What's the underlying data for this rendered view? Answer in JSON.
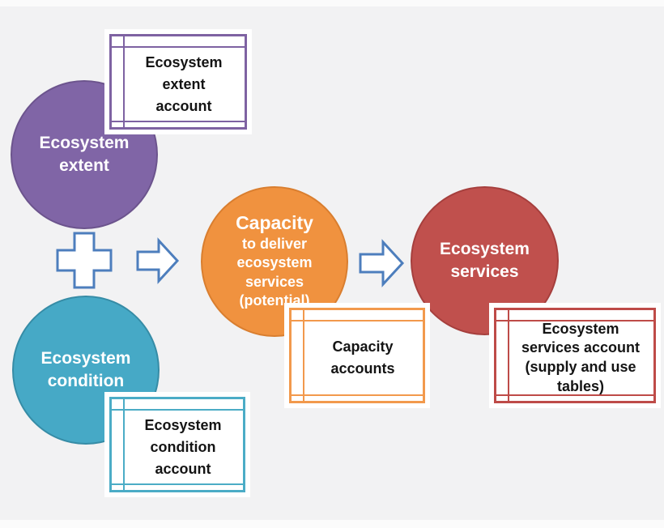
{
  "nodes": {
    "extent": {
      "label": "Ecosystem\nextent",
      "fill": "#8065A6",
      "outline": "#6C548D"
    },
    "condition": {
      "label": "Ecosystem\ncondition",
      "fill": "#46A9C6",
      "outline": "#368CA6"
    },
    "capacity": {
      "title": "Capacity",
      "subtitle": "to deliver\necosystem\nservices\n(potential)",
      "fill": "#F0923F",
      "outline": "#D97E2F"
    },
    "services": {
      "label": "Ecosystem\nservices",
      "fill": "#C0504D",
      "outline": "#A63F3D"
    }
  },
  "accounts": {
    "extent": {
      "label": "Ecosystem\nextent\naccount",
      "border": "#7E62A2"
    },
    "condition": {
      "label": "Ecosystem\ncondition\naccount",
      "border": "#4BACC6"
    },
    "capacity": {
      "label": "Capacity\naccounts",
      "border": "#F2994C"
    },
    "services": {
      "label": "Ecosystem\nservices account\n(supply and use\ntables)",
      "border": "#BE4B48"
    }
  },
  "icons": {
    "plus": "plus-icon",
    "arrow_left": "arrow-right-icon",
    "arrow_right": "arrow-right-icon",
    "outline_color": "#4D7EBD",
    "fill_color": "#ffffff"
  },
  "background": {
    "page": "#f2f2f3",
    "edge_strip": "#fbfbfb",
    "box_halo": "#ffffff",
    "box_text": "#141414",
    "circle_text": "#ffffff"
  }
}
